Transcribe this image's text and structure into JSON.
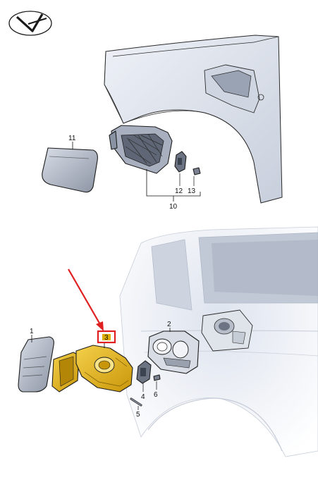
{
  "diagram": {
    "top_view": {
      "labels": {
        "cover": "11",
        "housing_assembly": "10",
        "actuator": "12",
        "clip": "13"
      }
    },
    "bottom_view": {
      "labels": {
        "cover": "1",
        "housing": "2",
        "flap_highlighted": "3",
        "actuator": "4",
        "rod": "5",
        "screw": "6"
      },
      "highlight_color": "#e02020",
      "part_highlight_fill": "#e0b000"
    },
    "logo": {
      "name": "logo-emblem"
    }
  }
}
